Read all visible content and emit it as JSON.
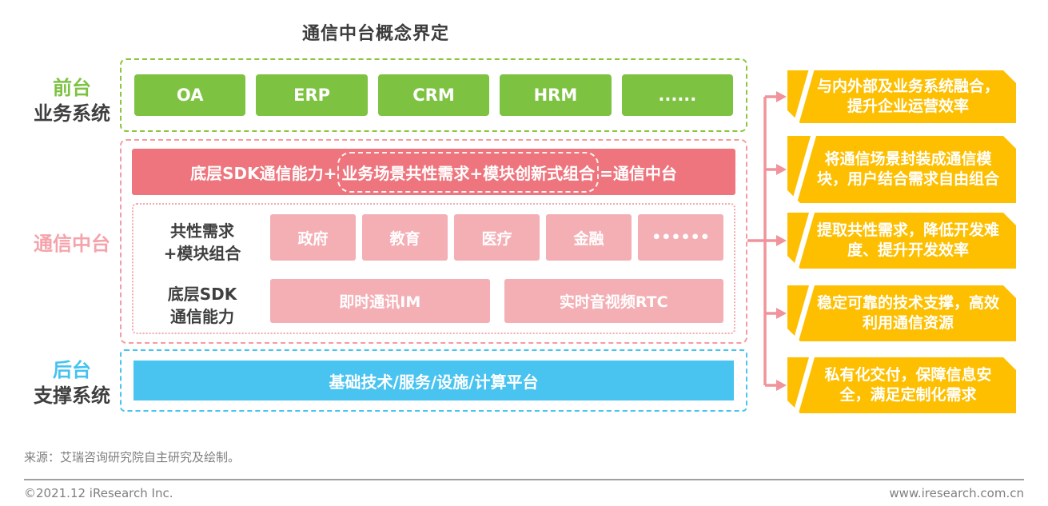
{
  "title": "通信中台概念界定",
  "colors": {
    "green": "#7ec242",
    "green_dash": "#8cc63e",
    "red_banner": "#ee757d",
    "pink_box": "#f4afb5",
    "pink_dash": "#f49ca2",
    "pink_label": "#f5a3ab",
    "blue": "#49c3f0",
    "yellow": "#fdbf00",
    "connector_pink": "#f0939a",
    "dark_text": "#3f3f3f",
    "footer_gray": "#7f7f7f"
  },
  "front_layer": {
    "label_line1": "前台",
    "label_line2": "业务系统",
    "boxes": [
      "OA",
      "ERP",
      "CRM",
      "HRM",
      "......"
    ]
  },
  "middle_layer": {
    "label": "通信中台",
    "banner": {
      "prefix": "底层SDK通信能力+",
      "highlight": "业务场景共性需求+模块创新式组合",
      "suffix": "=通信中台"
    },
    "row1": {
      "label_line1": "共性需求",
      "label_line2": "+模块组合",
      "boxes": [
        "政府",
        "教育",
        "医疗",
        "金融",
        "••••••"
      ]
    },
    "row2": {
      "label_line1": "底层SDK",
      "label_line2": "通信能力",
      "boxes": [
        "即时通讯IM",
        "实时音视频RTC"
      ]
    }
  },
  "back_layer": {
    "label_line1": "后台",
    "label_line2": "支撑系统",
    "box": "基础技术/服务/设施/计算平台"
  },
  "benefits": [
    "与内外部及业务系统融合，提升企业运营效率",
    "将通信场景封装成通信模块，用户结合需求自由组合",
    "提取共性需求，降低开发难度、提升开发效率",
    "稳定可靠的技术支撑，高效利用通信资源",
    "私有化交付，保障信息安全，满足定制化需求"
  ],
  "footer": {
    "source": "来源：艾瑞咨询研究院自主研究及绘制。",
    "copyright": "©2021.12 iResearch Inc.",
    "website": "www.iresearch.com.cn"
  }
}
